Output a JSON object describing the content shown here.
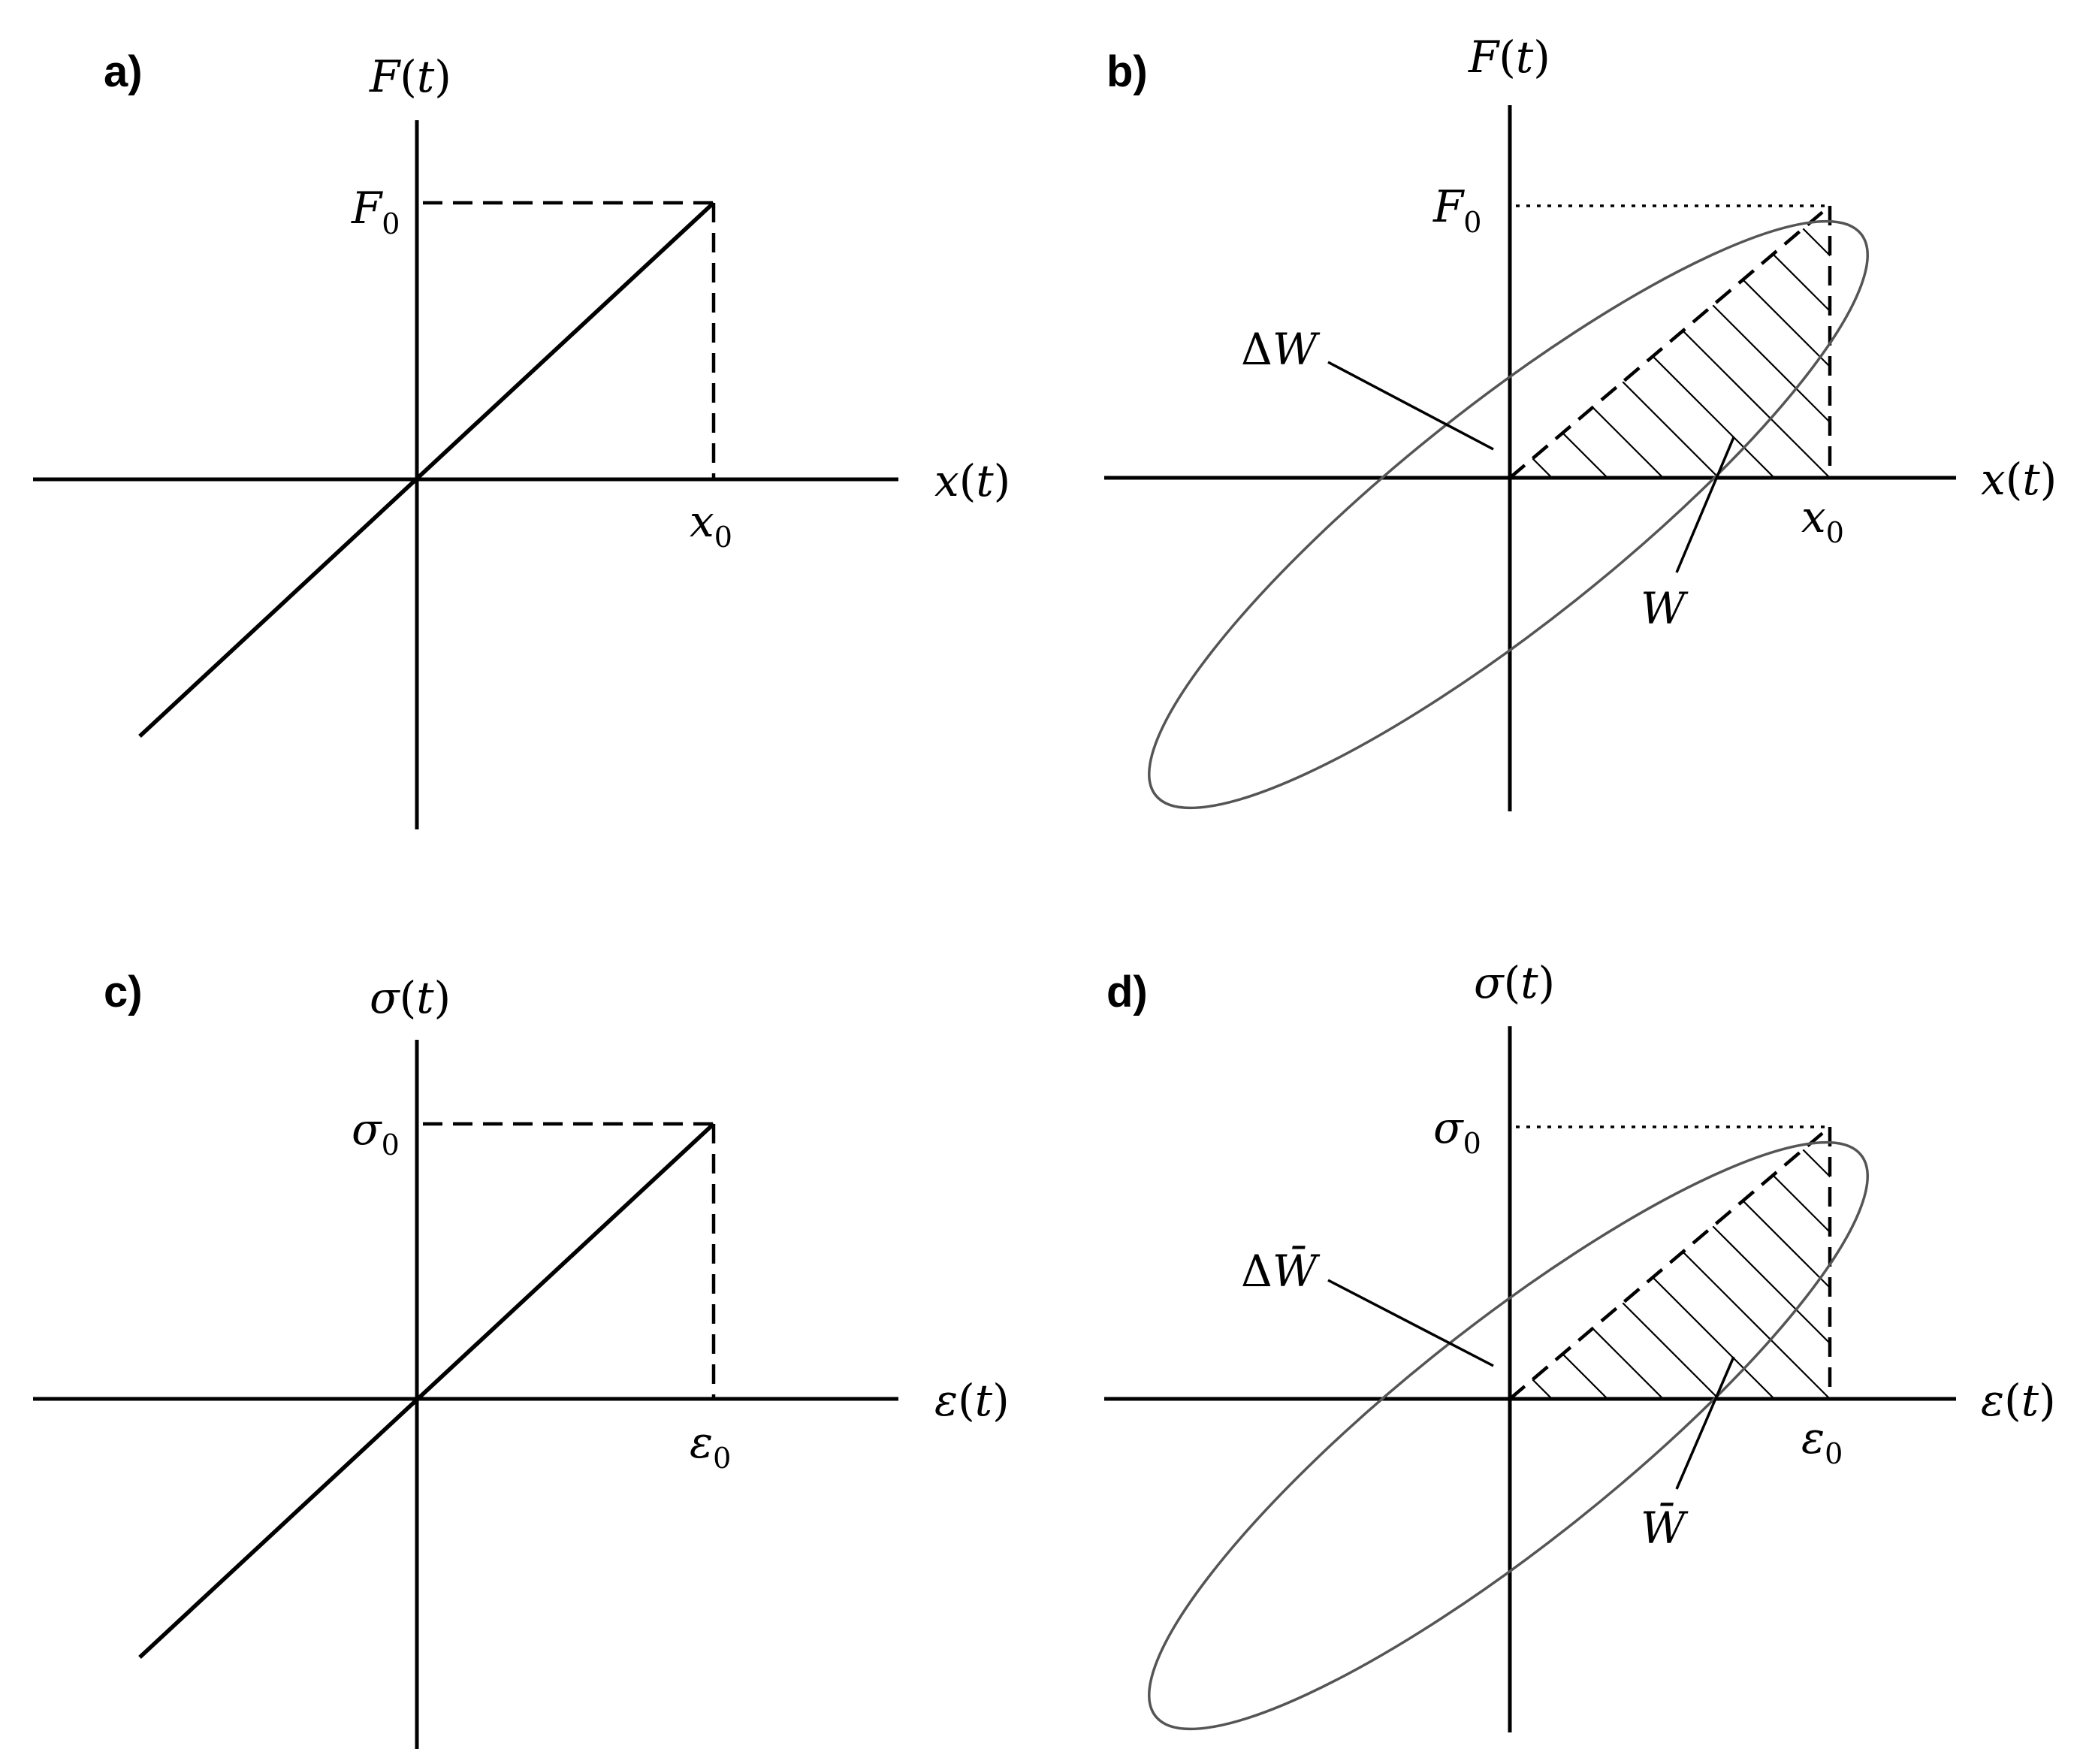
{
  "panels": [
    {
      "id": "a",
      "label": "a)",
      "y_axis": [
        "F",
        "(",
        "t",
        ")"
      ],
      "x_axis": [
        "x",
        "(",
        "t",
        ")"
      ],
      "y_peak": {
        "sym": "F",
        "sub": "0"
      },
      "x_peak": {
        "sym": "x",
        "sub": "0"
      }
    },
    {
      "id": "b",
      "label": "b)",
      "y_axis": [
        "F",
        "(",
        "t",
        ")"
      ],
      "x_axis": [
        "x",
        "(",
        "t",
        ")"
      ],
      "y_peak": {
        "sym": "F",
        "sub": "0"
      },
      "x_peak": {
        "sym": "x",
        "sub": "0"
      },
      "loss_label": {
        "delta": "Δ",
        "sym": "W"
      },
      "stored_label": {
        "sym": "W"
      }
    },
    {
      "id": "c",
      "label": "c)",
      "y_axis": [
        "σ",
        "(",
        "t",
        ")"
      ],
      "x_axis": [
        "ε",
        "(",
        "t",
        ")"
      ],
      "y_peak": {
        "sym": "σ",
        "sub": "0"
      },
      "x_peak": {
        "sym": "ε",
        "sub": "0"
      }
    },
    {
      "id": "d",
      "label": "d)",
      "y_axis": [
        "σ",
        "(",
        "t",
        ")"
      ],
      "x_axis": [
        "ε",
        "(",
        "t",
        ")"
      ],
      "y_peak": {
        "sym": "σ",
        "sub": "0"
      },
      "x_peak": {
        "sym": "ε",
        "sub": "0"
      },
      "loss_label": {
        "delta": "Δ",
        "sym": "W̄"
      },
      "stored_label": {
        "sym": "W̄"
      }
    }
  ]
}
